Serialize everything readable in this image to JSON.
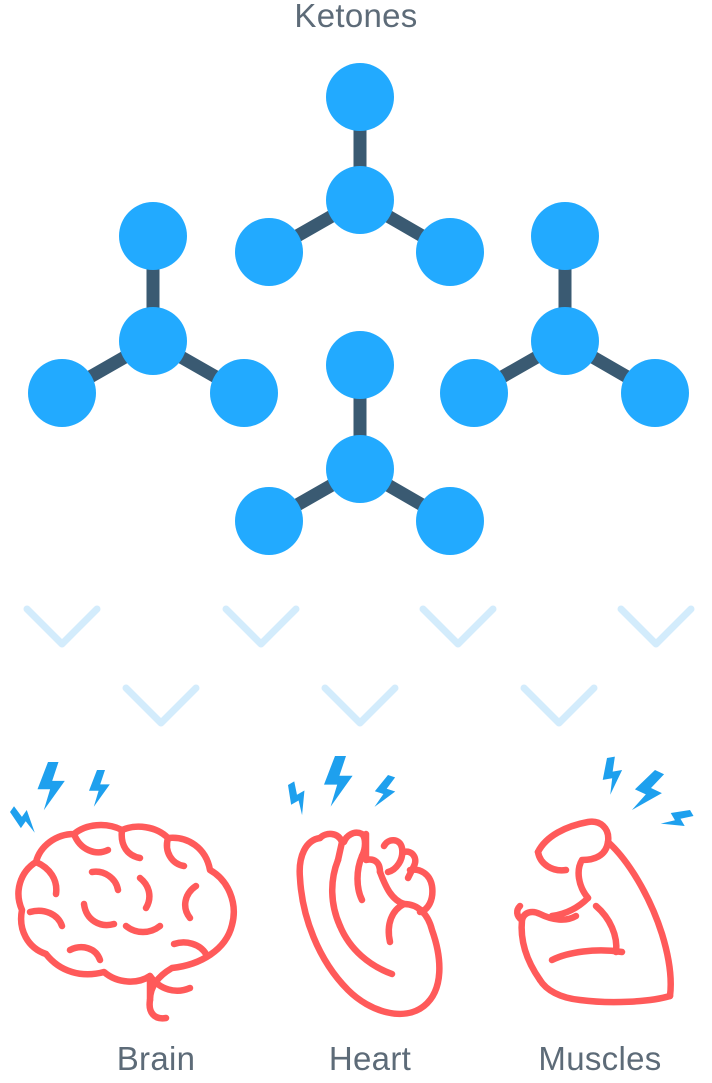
{
  "title": "Ketones",
  "organs": {
    "brain": "Brain",
    "heart": "Heart",
    "muscles": "Muscles"
  },
  "colors": {
    "molecule_atom": "#22aaff",
    "molecule_bond": "#3a5a72",
    "arrow": "#cfeafc",
    "organ_outline": "#ff5a5a",
    "energy_bolt": "#1ea0ee",
    "label_text": "#5d6b78"
  },
  "icons": [
    "ketone-molecule",
    "down-arrow",
    "brain-icon",
    "heart-icon",
    "muscle-icon",
    "lightning-bolt-icon"
  ]
}
